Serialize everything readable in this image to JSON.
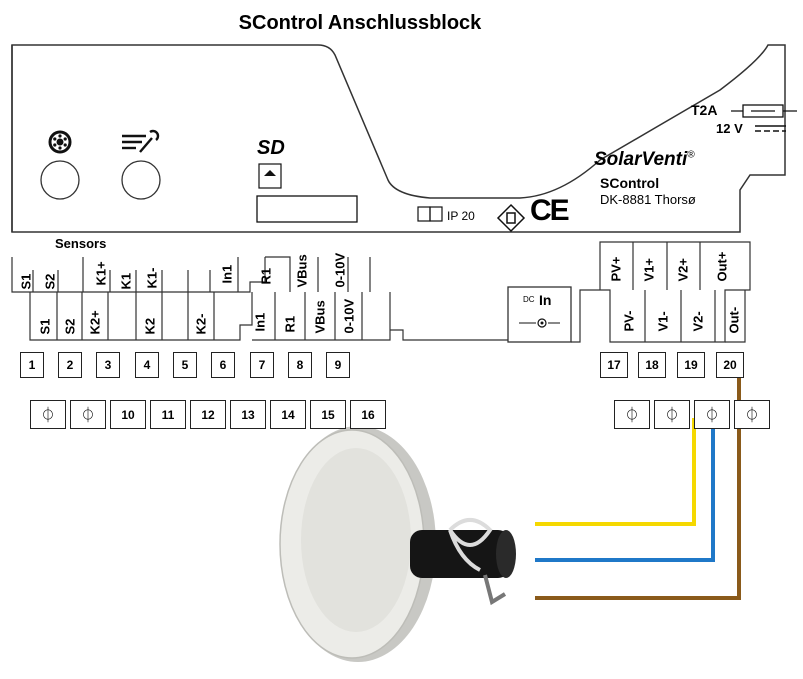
{
  "title": "SControl Anschlussblock",
  "fuse": {
    "label": "T2A",
    "voltage": "12 V"
  },
  "sd_label": "SD",
  "brand": {
    "name": "SolarVenti",
    "reg": "®",
    "model": "SControl",
    "address": "DK-8881 Thorsø"
  },
  "ip_label": "IP 20",
  "ce_label": "CE",
  "sensors_label": "Sensors",
  "upper_labels": [
    "S1",
    "S2",
    "K1+",
    "K1",
    "K1-",
    "In1",
    "R1",
    "VBus",
    "0-10V"
  ],
  "lower_labels": [
    "S1",
    "S2",
    "K2+",
    "K2",
    "K2-",
    "In1",
    "R1",
    "VBus",
    "0-10V"
  ],
  "dc_label": "In",
  "dc_prefix": "DC",
  "right_upper_labels": [
    "PV+",
    "V1+",
    "V2+",
    "Out+"
  ],
  "right_lower_labels": [
    "PV-",
    "V1-",
    "V2-",
    "Out-"
  ],
  "left_terminals_top": [
    "1",
    "2",
    "3",
    "4",
    "5",
    "6",
    "7",
    "8",
    "9"
  ],
  "left_terminals_bottom": [
    "⏀",
    "⏀",
    "10",
    "11",
    "12",
    "13",
    "14",
    "15",
    "16"
  ],
  "right_terminals_top": [
    "17",
    "18",
    "19",
    "20"
  ],
  "right_terminals_bottom": [
    "⏀",
    "⏀",
    "⏀",
    "⏀"
  ],
  "wire_colors": {
    "yellow": "#f5d800",
    "blue": "#1f78c8",
    "brown": "#8a5a1a"
  }
}
